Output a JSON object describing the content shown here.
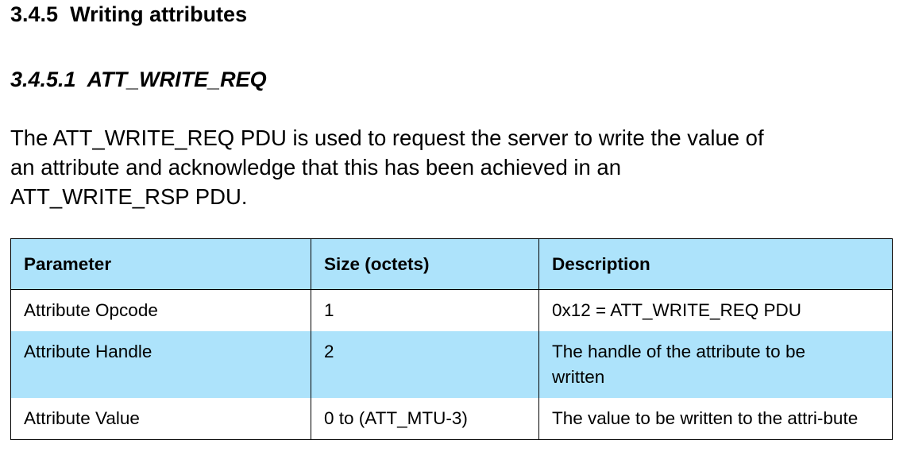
{
  "section": {
    "number": "3.4.5",
    "title": "Writing attributes"
  },
  "subsection": {
    "number": "3.4.5.1",
    "title": "ATT_WRITE_REQ"
  },
  "paragraph_lines": [
    "The ATT_WRITE_REQ PDU is used to request the server to write the value of",
    "an attribute and acknowledge that this has been achieved in an",
    "ATT_WRITE_RSP PDU."
  ],
  "table": {
    "headers": [
      "Parameter",
      "Size (octets)",
      "Description"
    ],
    "rows": [
      [
        "Attribute Opcode",
        "1",
        "0x12 = ATT_WRITE_REQ PDU"
      ],
      [
        "Attribute Handle",
        "2",
        "The handle of the attribute to be written"
      ],
      [
        "Attribute Value",
        "0 to (ATT_MTU-3)",
        "The value to be written to the attri-bute"
      ]
    ]
  },
  "colors": {
    "header_bg": "#ade3fb",
    "stripe_bg": "#ade3fb"
  }
}
